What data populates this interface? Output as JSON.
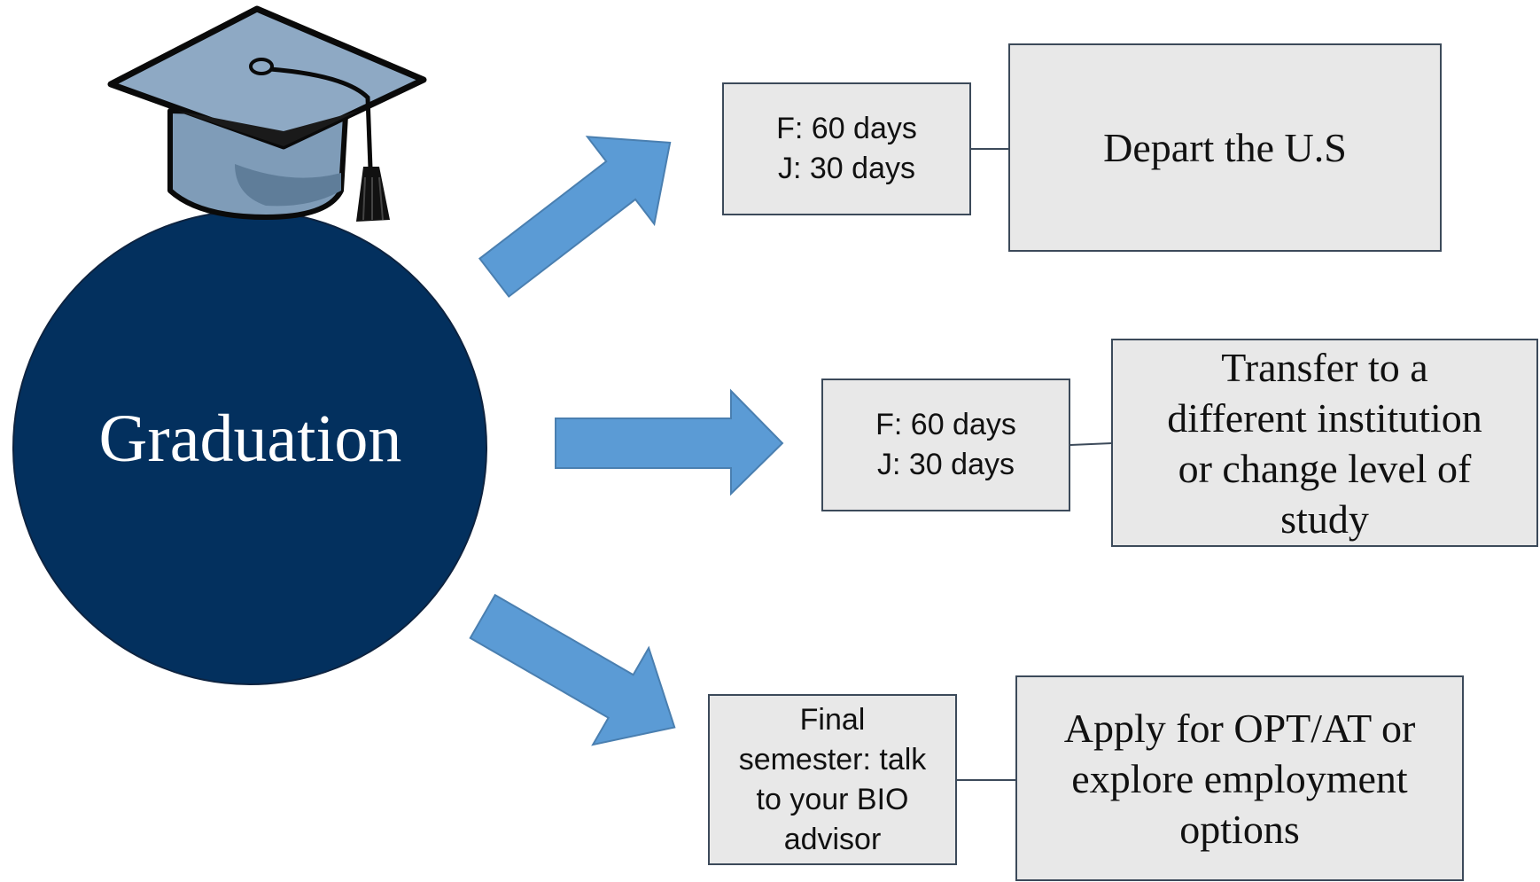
{
  "center": {
    "label": "Graduation",
    "circle_color": "#03305e",
    "icon": "graduation-cap-icon"
  },
  "arrow_color": "#5b9bd5",
  "branches": [
    {
      "condition_lines": [
        "F: 60 days",
        "J: 30 days"
      ],
      "outcome_lines": [
        "Depart the U.S"
      ]
    },
    {
      "condition_lines": [
        "F: 60 days",
        "J: 30 days"
      ],
      "outcome_lines": [
        "Transfer to a",
        "different institution",
        "or change level of",
        "study"
      ]
    },
    {
      "condition_lines": [
        "Final",
        "semester: talk",
        "to your BIO",
        "advisor"
      ],
      "outcome_lines": [
        "Apply for OPT/AT or",
        "explore employment",
        "options"
      ]
    }
  ]
}
